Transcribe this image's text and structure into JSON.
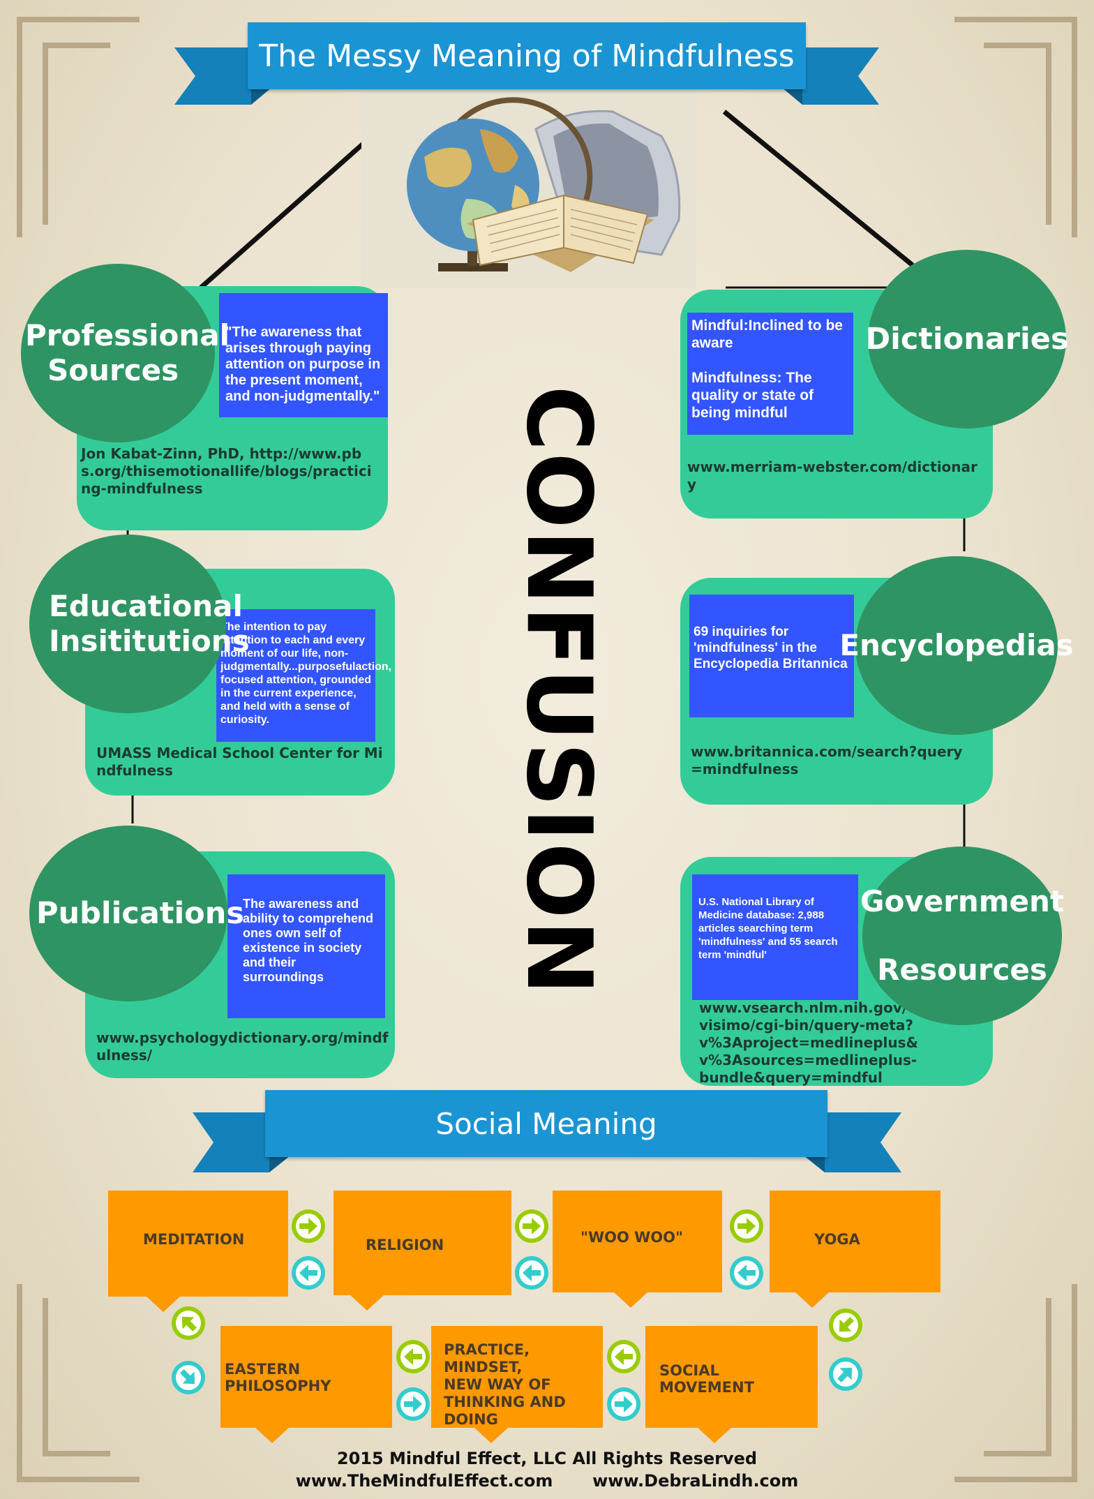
{
  "title": "The Messy Meaning of Mindfulness",
  "center_word": "CONFUSION",
  "sources": {
    "professional": {
      "name_line1": "Professional",
      "name_line2": "Sources",
      "quote": "\"The awareness that arises through paying attention on purpose in the present moment, and non-judgmentally.\"",
      "source": "Jon Kabat-Zinn, PhD, http://www.pbs.org/thisemotionallife/blogs/practicing-mindfulness"
    },
    "educational": {
      "name_line1": "Educational",
      "name_line2": "Insititutions",
      "quote": "The intention to pay attention to each and every moment of our life, non-judgmentally...purposefulaction, focused attention, grounded in the current experience, and held with a sense of curiosity.",
      "source": "UMASS Medical School Center for Mindfulness"
    },
    "publications": {
      "name_line1": "Publications",
      "quote": "The awareness and ability to comprehend ones own self of existence in society and their surroundings",
      "source": "www.psychologydictionary.org/mindfulness/"
    },
    "dictionaries": {
      "name_line1": "Dictionaries",
      "quote_line1": "Mindful:Inclined to be aware",
      "quote_line2": "Mindfulness: The quality or state of being mindful",
      "source": "www.merriam-webster.com/dictionary"
    },
    "encyclopedias": {
      "name_line1": "Encyclopedias",
      "quote": "69 inquiries for 'mindfulness' in the Encyclopedia Britannica",
      "source": "www.britannica.com/search?query=mindfulness"
    },
    "government": {
      "name_line1": "Government",
      "name_line2": "Resources",
      "quote": "U.S. National Library of Medicine database: 2,988 articles searching term 'mindfulness' and 55 search term 'mindful'",
      "source": "www.vsearch.nlm.nih.gov/vivisimo/cgi-bin/query-meta?v%3Aproject=medlineplus&v%3Asources=medlineplus-bundle&query=mindful"
    }
  },
  "social": {
    "title": "Social Meaning",
    "row1": [
      "MEDITATION",
      "RELIGION",
      "\"WOO WOO\"",
      "YOGA"
    ],
    "row2_eastern": "EASTERN PHILOSOPHY",
    "row2_practice_l1": "PRACTICE, MINDSET,",
    "row2_practice_l2": "NEW WAY OF",
    "row2_practice_l3": "THINKING AND DOING",
    "row2_social": "SOCIAL MOVEMENT"
  },
  "colors": {
    "banner": "#1b94d3",
    "card": "#33cc99",
    "circle": "#2f9463",
    "quote_box": "#3355ff",
    "orange_box": "#ff9900",
    "arrow_green": "#99cc00",
    "arrow_cyan": "#33cccc"
  },
  "footer": {
    "line1": "2015 Mindful Effect, LLC All Rights Reserved",
    "site1": "www.TheMindfulEffect.com",
    "site2": "www.DebraLindh.com"
  }
}
